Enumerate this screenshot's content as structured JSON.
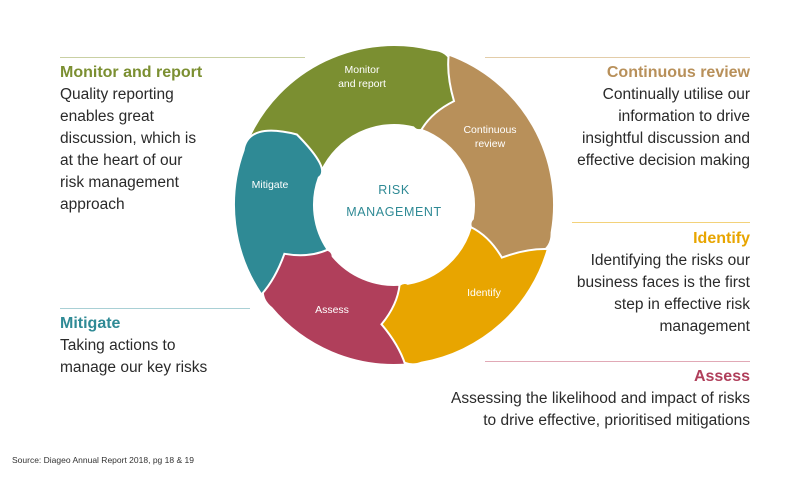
{
  "center": {
    "line1": "RISK",
    "line2": "MANAGEMENT",
    "color": "#2f8a95"
  },
  "segments": [
    {
      "id": "monitor",
      "label_lines": [
        "Monitor",
        "and report"
      ],
      "color": "#7b8f31"
    },
    {
      "id": "review",
      "label_lines": [
        "Continuous",
        "review"
      ],
      "color": "#b8905a"
    },
    {
      "id": "identify",
      "label_lines": [
        "Identify"
      ],
      "color": "#e8a500"
    },
    {
      "id": "assess",
      "label_lines": [
        "Assess"
      ],
      "color": "#b03f5b"
    },
    {
      "id": "mitigate",
      "label_lines": [
        "Mitigate"
      ],
      "color": "#2f8a95"
    }
  ],
  "blocks": {
    "monitor": {
      "title": "Monitor and report",
      "desc": [
        "Quality reporting",
        "enables great",
        "discussion, which is",
        "at the heart of our",
        "risk management",
        "approach"
      ]
    },
    "review": {
      "title": "Continuous review",
      "desc": [
        "Continually utilise our",
        "information to drive",
        "insightful discussion and",
        "effective decision making"
      ]
    },
    "identify": {
      "title": "Identify",
      "desc": [
        "Identifying the risks our",
        "business faces is the first",
        "step in effective risk",
        "management"
      ]
    },
    "mitigate": {
      "title": "Mitigate",
      "desc": [
        "Taking actions to",
        "manage our key risks"
      ]
    },
    "assess": {
      "title": "Assess",
      "desc": [
        "Assessing the likelihood and impact of risks",
        "to drive effective, prioritised mitigations"
      ]
    }
  },
  "source": "Source: Diageo Annual Report 2018, pg 18 & 19"
}
